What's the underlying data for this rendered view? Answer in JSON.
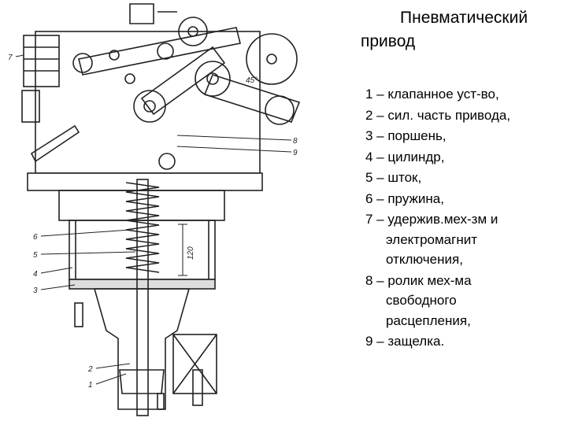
{
  "title": {
    "line1": "Пневматический",
    "line2": "привод"
  },
  "legend": [
    {
      "lines": [
        "1 – клапанное уст-во,"
      ]
    },
    {
      "lines": [
        "2 – сил. часть привода,"
      ]
    },
    {
      "lines": [
        "3 – поршень,"
      ]
    },
    {
      "lines": [
        "4 – цилиндр,"
      ]
    },
    {
      "lines": [
        "5 – шток,"
      ]
    },
    {
      "lines": [
        "6 – пружина,"
      ]
    },
    {
      "lines": [
        "7 – удержив.мех-зм и",
        "электромагнит",
        "отключения,"
      ]
    },
    {
      "lines": [
        "8 – ролик мех-ма",
        "свободного",
        "расцепления,"
      ]
    },
    {
      "lines": [
        "9 – защелка."
      ]
    }
  ],
  "drawing": {
    "callouts": [
      "1",
      "2",
      "3",
      "4",
      "5",
      "6",
      "7",
      "8",
      "9"
    ],
    "dimension": "120",
    "angle_mark": "45°"
  }
}
